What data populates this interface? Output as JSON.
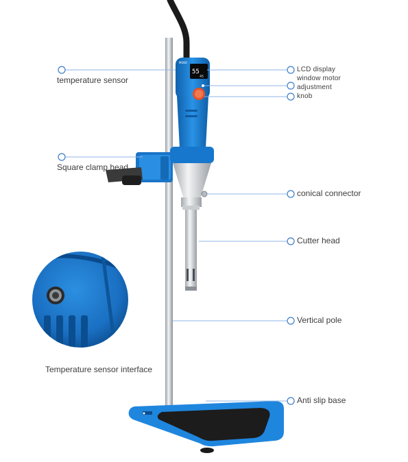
{
  "labels": {
    "temperature_sensor": "temperature sensor",
    "square_clamp_head": "Square clamp head",
    "lcd_display": "LCD display",
    "window_motor": "window motor",
    "adjustment": "adjustment",
    "knob": "knob",
    "conical_connector": "conical connector",
    "cutter_head": "Cutter head",
    "vertical_pole": "Vertical pole",
    "temperature_sensor_interface": "Temperature sensor interface",
    "anti_slip_base": "Anti slip base"
  },
  "device": {
    "lcd_value": "55",
    "lcd_sub_value": "45",
    "brand_text": "MUKO"
  },
  "colors": {
    "body_blue": "#1a7fd4",
    "base_blue": "#1f86de",
    "mat_black": "#1c1c1c",
    "knob_orange": "#e8512a",
    "callout_blue": "#3d7cc9"
  }
}
